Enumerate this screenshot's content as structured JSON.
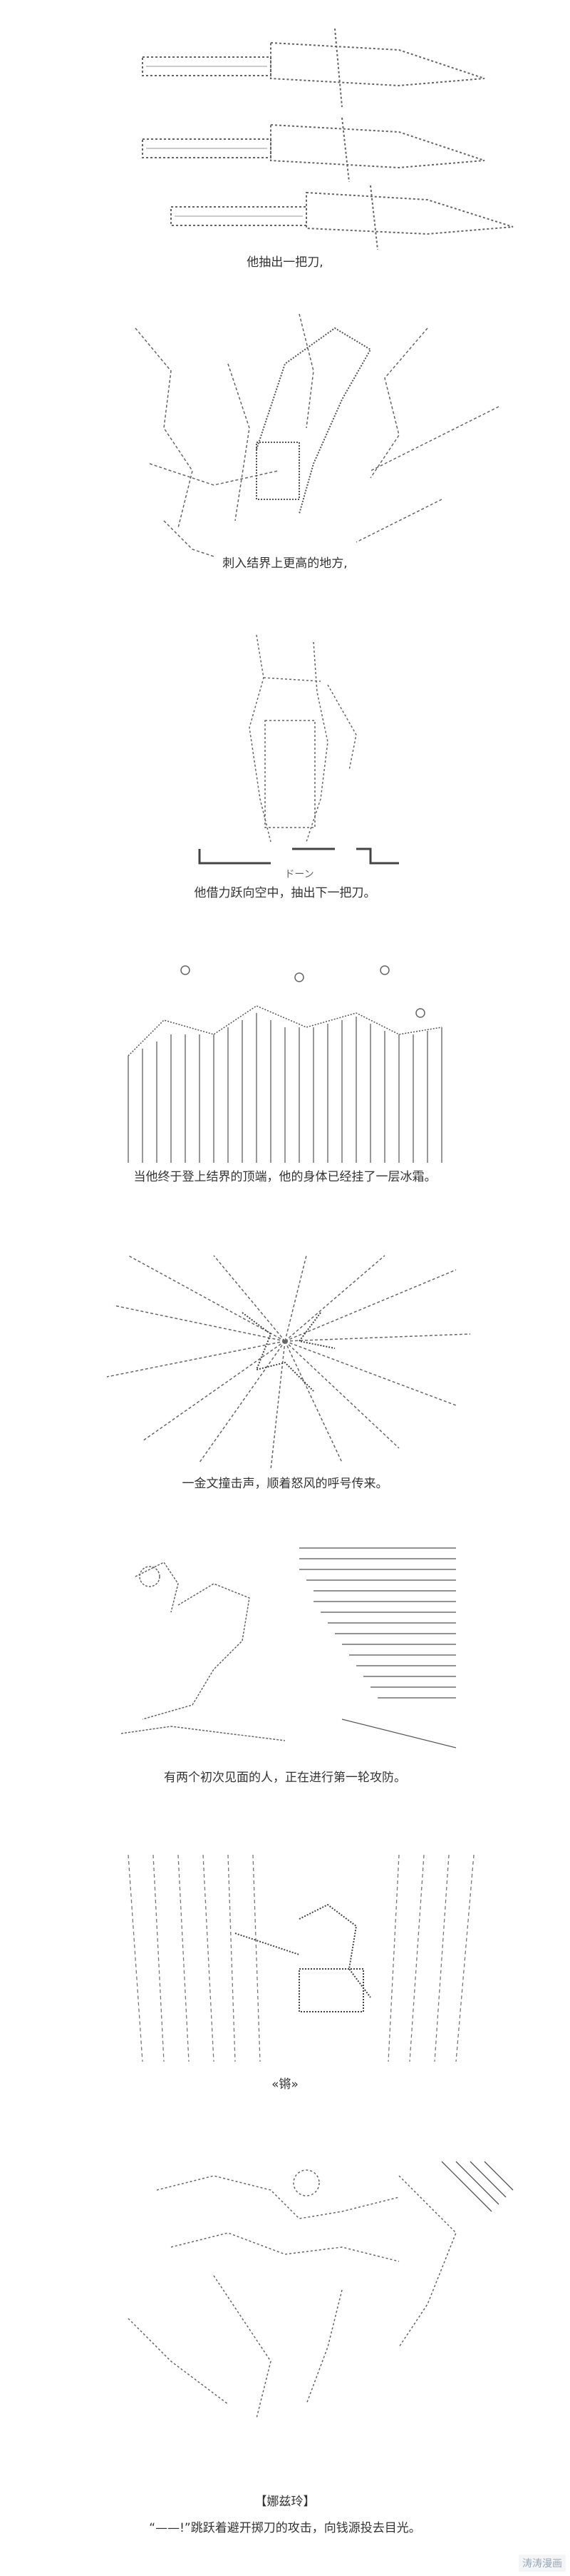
{
  "captions": [
    "他抽出一把刀,",
    "刺入结界上更高的地方,",
    "他借力跃向空中，抽出下一把刀。",
    "当他终于登上结界的顶端，他的身体已经挂了一层冰霜。",
    "一金文撞击声，顺着怒风的呼号传来。",
    "有两个初次见面的人，正在进行第一轮攻防。",
    "«锵»",
    "【娜兹玲】",
    "“——!”跳跃着避开掷刀的攻击，向钱源投去目光。"
  ],
  "panel3_art_text": "ドーン",
  "watermark": "涛涛漫画",
  "colors": {
    "background": "#ffffff",
    "line": "#555555",
    "text": "#333333"
  }
}
